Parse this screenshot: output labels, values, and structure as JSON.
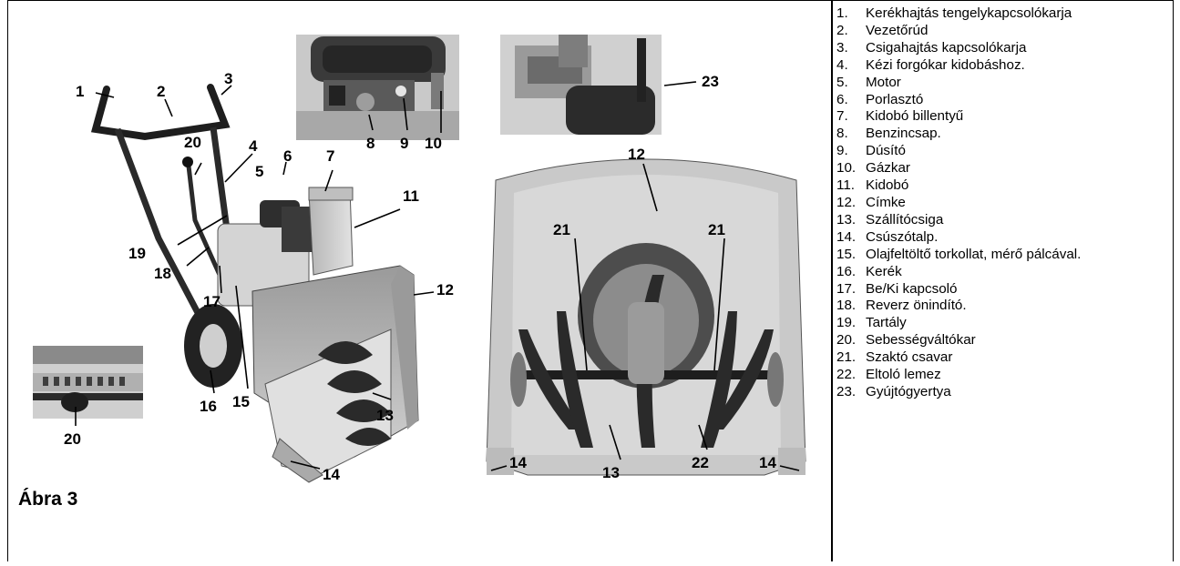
{
  "figure": {
    "title": "Ábra 3",
    "callouts": [
      "1",
      "2",
      "3",
      "4",
      "5",
      "6",
      "7",
      "8",
      "9",
      "10",
      "11",
      "12",
      "13",
      "14",
      "15",
      "16",
      "17",
      "18",
      "19",
      "20",
      "21",
      "22",
      "23"
    ]
  },
  "legend": {
    "items": [
      {
        "num": "1.",
        "text": "Kerékhajtás tengelykapcsolókarja"
      },
      {
        "num": "2.",
        "text": "Vezetőrúd"
      },
      {
        "num": "3.",
        "text": "Csigahajtás kapcsolókarja"
      },
      {
        "num": "4.",
        "text": "Kézi forgókar kidobáshoz."
      },
      {
        "num": "5.",
        "text": "Motor"
      },
      {
        "num": "6.",
        "text": "Porlasztó"
      },
      {
        "num": "7.",
        "text": "Kidobó billentyű"
      },
      {
        "num": "8.",
        "text": "Benzincsap."
      },
      {
        "num": "9.",
        "text": "Dúsító"
      },
      {
        "num": "10.",
        "text": "Gázkar"
      },
      {
        "num": "11.",
        "text": "Kidobó"
      },
      {
        "num": "12.",
        "text": "Címke"
      },
      {
        "num": "13.",
        "text": "Szállítócsiga"
      },
      {
        "num": "14.",
        "text": "Csúszótalp."
      },
      {
        "num": "15.",
        "text": "Olajfeltöltő torkollat, mérő pálcával."
      },
      {
        "num": "16.",
        "text": "Kerék"
      },
      {
        "num": "17.",
        "text": "Be/Ki kapcsoló"
      },
      {
        "num": "18.",
        "text": "Reverz önindító."
      },
      {
        "num": "19.",
        "text": "Tartály"
      },
      {
        "num": "20.",
        "text": "Sebességváltókar"
      },
      {
        "num": "21.",
        "text": "Szaktó csavar"
      },
      {
        "num": "22.",
        "text": "Eltoló lemez"
      },
      {
        "num": "23.",
        "text": "Gyújtógyertya"
      }
    ]
  }
}
